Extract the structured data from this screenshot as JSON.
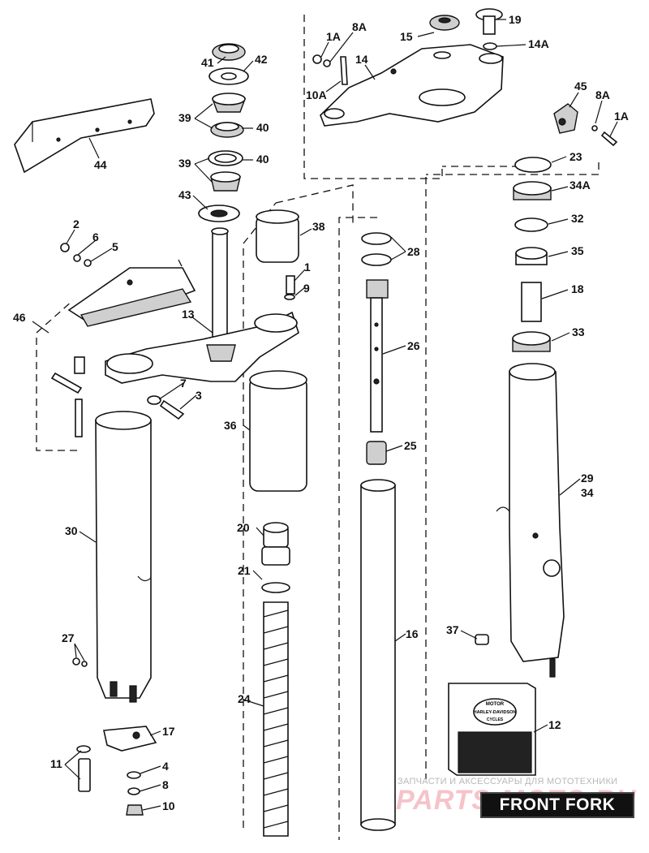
{
  "diagram": {
    "title": "FRONT FORK",
    "callouts": [
      "41",
      "42",
      "39",
      "40",
      "39",
      "40",
      "43",
      "44",
      "1A",
      "8A",
      "14",
      "10A",
      "15",
      "19",
      "14A",
      "45",
      "8A",
      "1A",
      "23",
      "34A",
      "32",
      "35",
      "18",
      "33",
      "2",
      "6",
      "5",
      "46",
      "38",
      "1",
      "9",
      "13",
      "7",
      "3",
      "28",
      "26",
      "25",
      "36",
      "30",
      "20",
      "21",
      "29",
      "34",
      "27",
      "24",
      "16",
      "37",
      "12",
      "17",
      "11",
      "4",
      "8",
      "10"
    ]
  },
  "package": {
    "logo_lines": [
      "MOTOR",
      "HARLEY-DAVIDSON",
      "CYCLES"
    ]
  },
  "watermark": {
    "caption": "ЗАПЧАСТИ И АКСЕССУАРЫ ДЛЯ МОТОТЕХНИКИ",
    "site": "PARTS-MOTO.RU"
  }
}
